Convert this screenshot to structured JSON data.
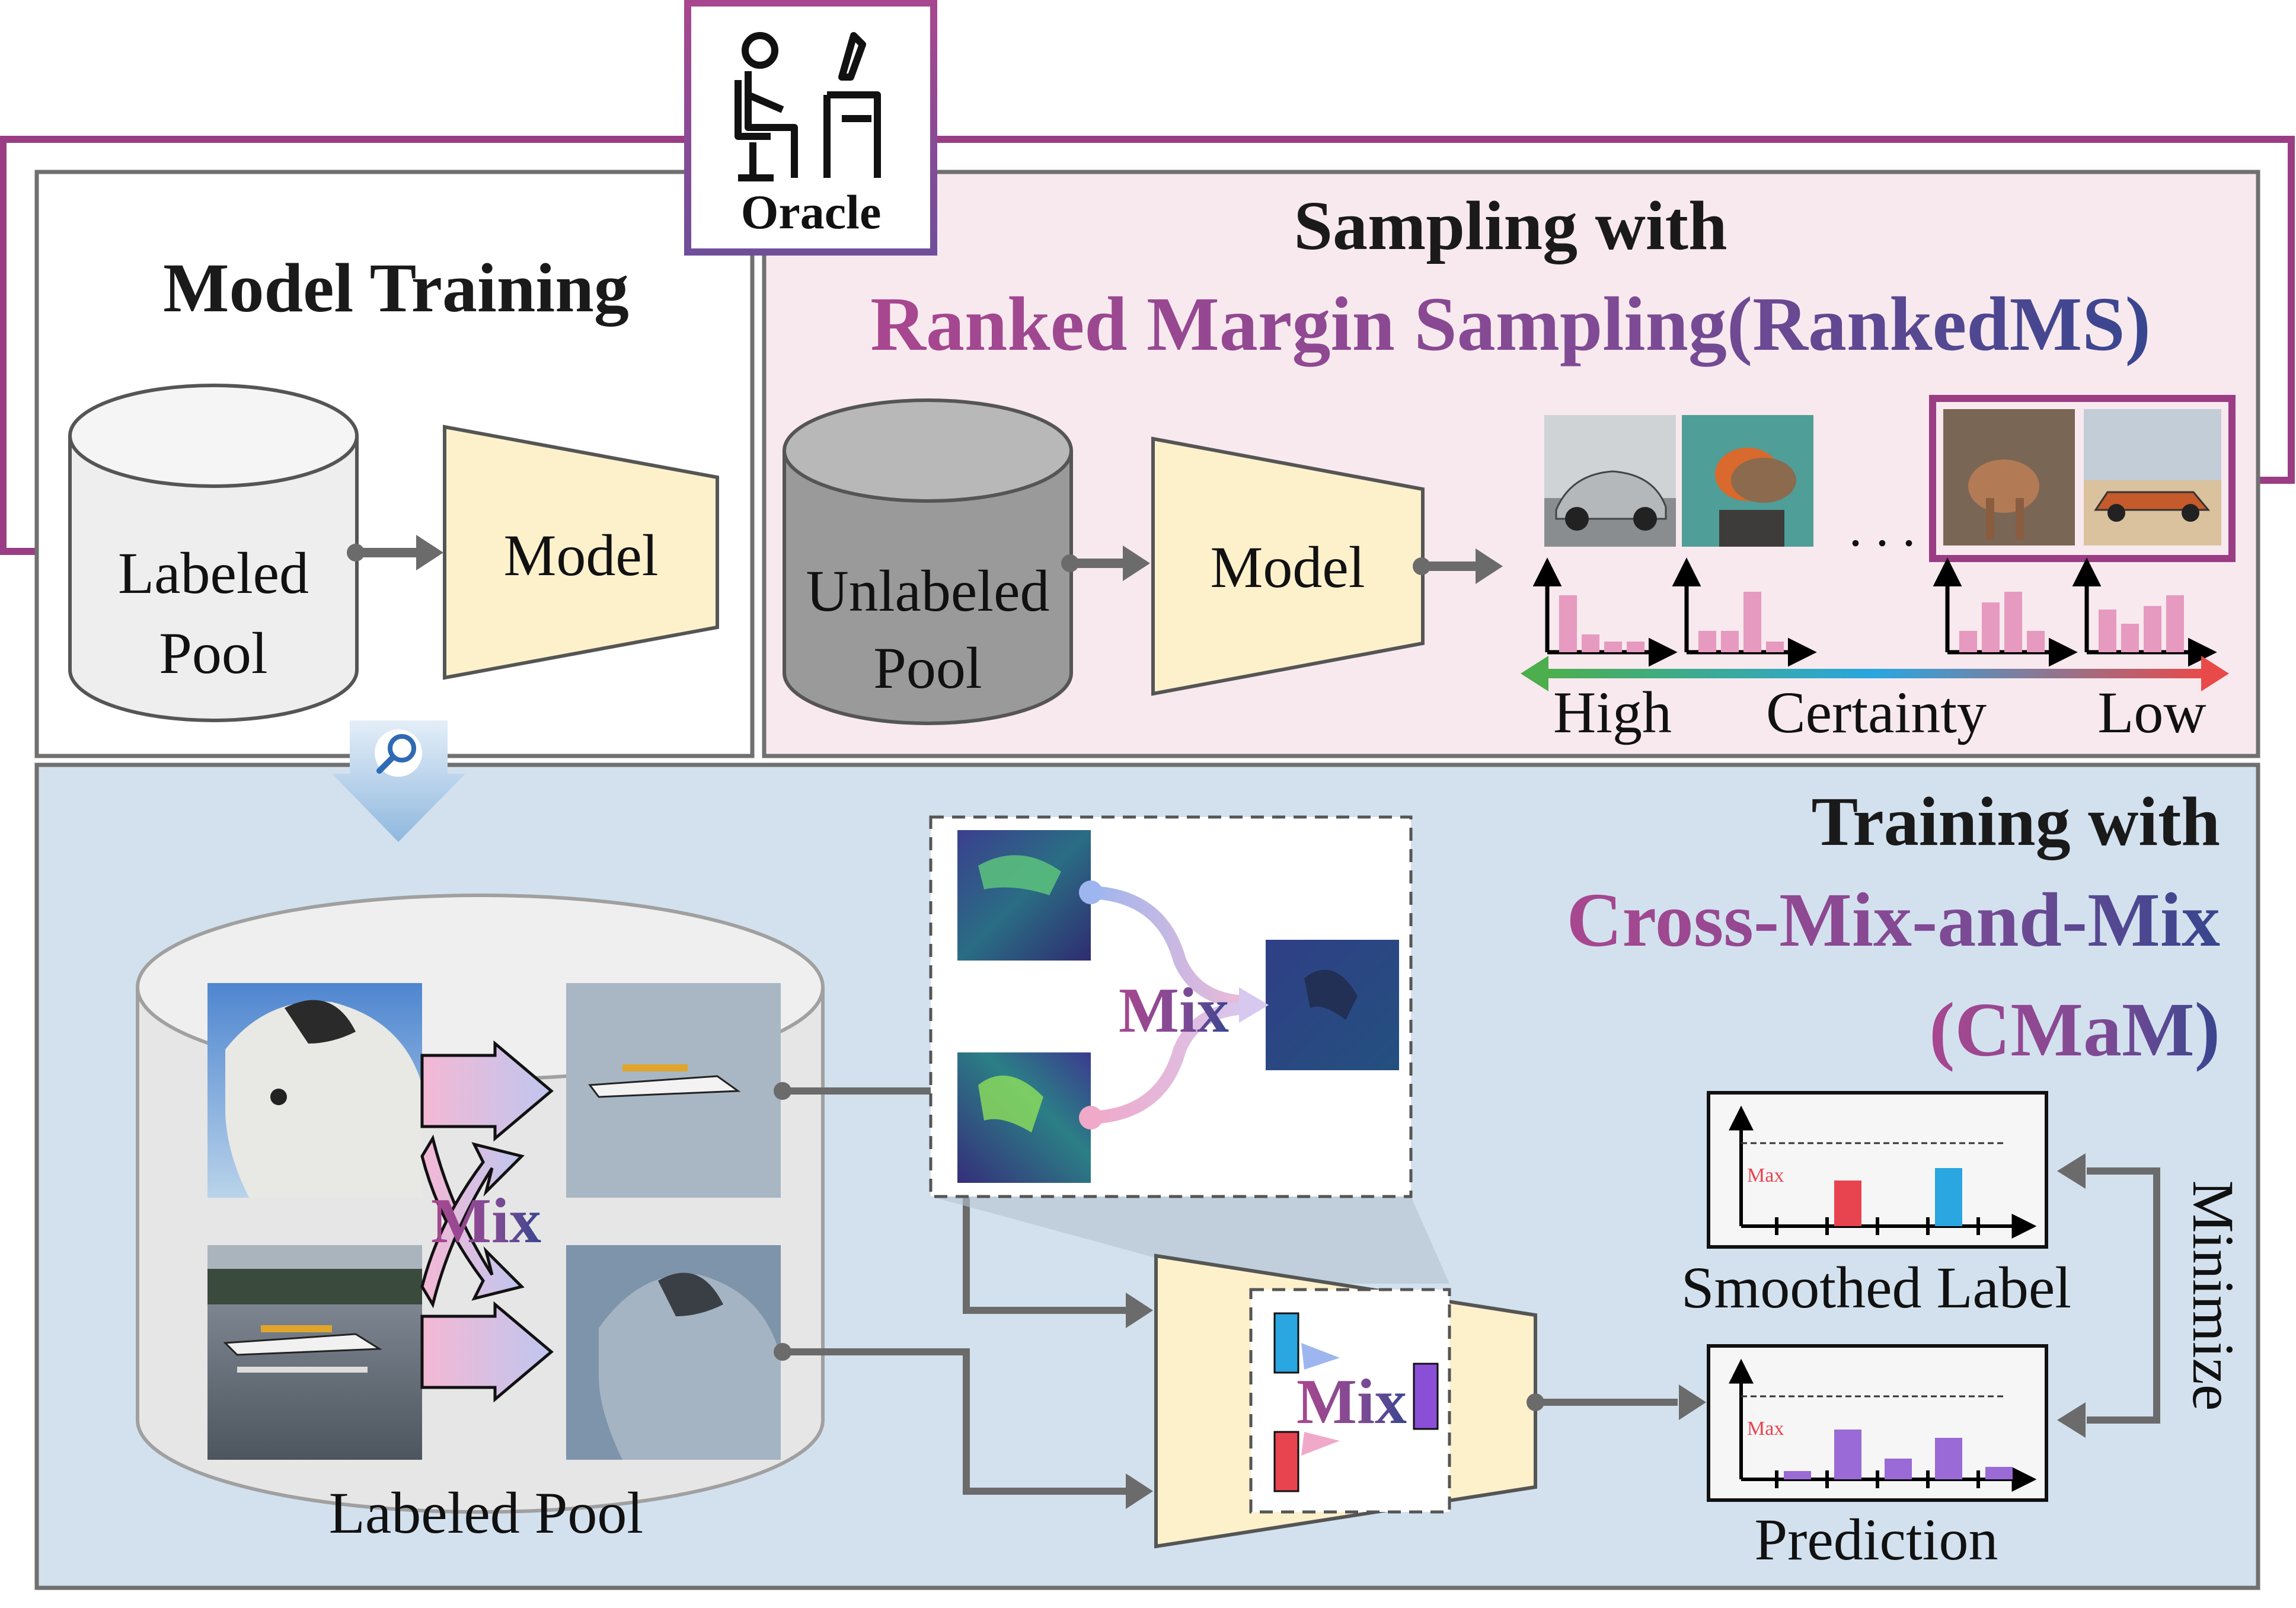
{
  "oracle": {
    "label": "Oracle",
    "icon": "person-at-desk-icon"
  },
  "model_training": {
    "title": "Model Training",
    "pool_line1": "Labeled",
    "pool_line2": "Pool",
    "model_label": "Model"
  },
  "sampling": {
    "title_line1": "Sampling with",
    "title_line2": "Ranked Margin Sampling(RankedMS)",
    "pool_line1": "Unlabeled",
    "pool_line2": "Pool",
    "model_label": "Model",
    "ellipsis": ". . .",
    "certainty_high": "High",
    "certainty_mid": "Certainty",
    "certainty_low": "Low",
    "sample_icons": [
      "car-image",
      "bird-image",
      "deer-image",
      "vintage-car-image"
    ],
    "histograms": [
      [
        0.8,
        0.25,
        0.15,
        0.15
      ],
      [
        0.3,
        0.3,
        0.85,
        0.15
      ],
      [
        0.3,
        0.7,
        0.85,
        0.3
      ],
      [
        0.6,
        0.4,
        0.65,
        0.8
      ]
    ]
  },
  "cmam": {
    "title_line1": "Training with",
    "title_line2": "Cross-Mix-and-Mix",
    "title_line3": "(CMaM)",
    "pool_label": "Labeled Pool",
    "mix_label": "Mix",
    "feature_mix_label": "Mix",
    "inner_mix_label": "Mix",
    "smoothed_label": "Smoothed Label",
    "prediction_label": "Prediction",
    "minimize_label": "Minimize",
    "max_label": "Max",
    "smoothed_bars": [
      0,
      0.55,
      0,
      0.7,
      0
    ],
    "prediction_bars": [
      0.1,
      0.6,
      0.25,
      0.5,
      0.15
    ]
  },
  "colors": {
    "oracle_border": "#9a3d85",
    "title_gradient_start": "#a8478f",
    "title_gradient_end": "#37468f",
    "sampling_bg": "#f8e9ee",
    "cmam_bg": "#d3e1ee",
    "model_fill": "#fdf1cc",
    "hist_bar": "#e69abf",
    "red_bar": "#e8444f",
    "blue_bar": "#2aa6e0",
    "purple_bar": "#9a6ad6"
  }
}
